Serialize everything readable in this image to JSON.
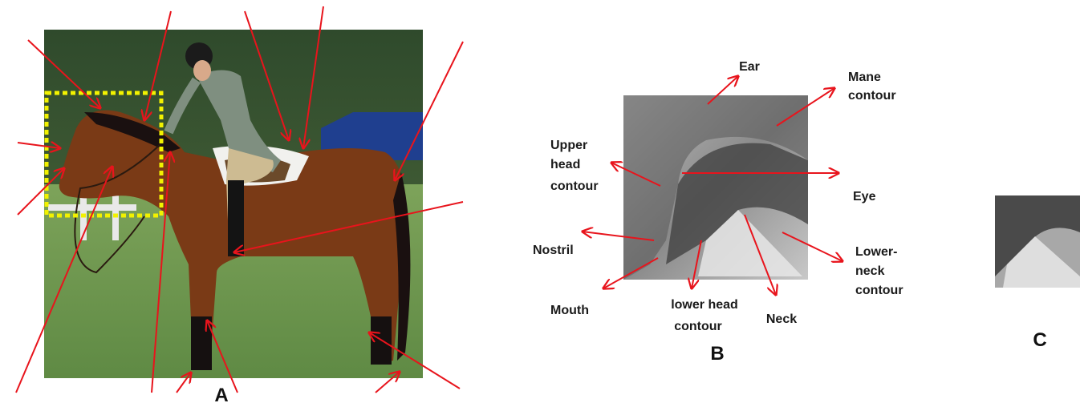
{
  "panels": {
    "a": {
      "letter": "A"
    },
    "b": {
      "letter": "B",
      "labels": {
        "ear": "Ear",
        "mane_line1": "Mane",
        "mane_line2": "contour",
        "upper_head_line1": "Upper",
        "upper_head_line2": "head",
        "upper_head_line3": "contour",
        "eye": "Eye",
        "nostril": "Nostril",
        "lower_neck_line1": "Lower-",
        "lower_neck_line2": "neck",
        "lower_neck_line3": "contour",
        "mouth": "Mouth",
        "lower_head_line1": "lower head",
        "lower_head_line2": "contour",
        "neck": "Neck"
      }
    },
    "c": {
      "letter": "C"
    }
  },
  "colors": {
    "arrow": "#e8141c",
    "highlight_box": "#f2f200",
    "label_text": "#1a1a1a"
  }
}
